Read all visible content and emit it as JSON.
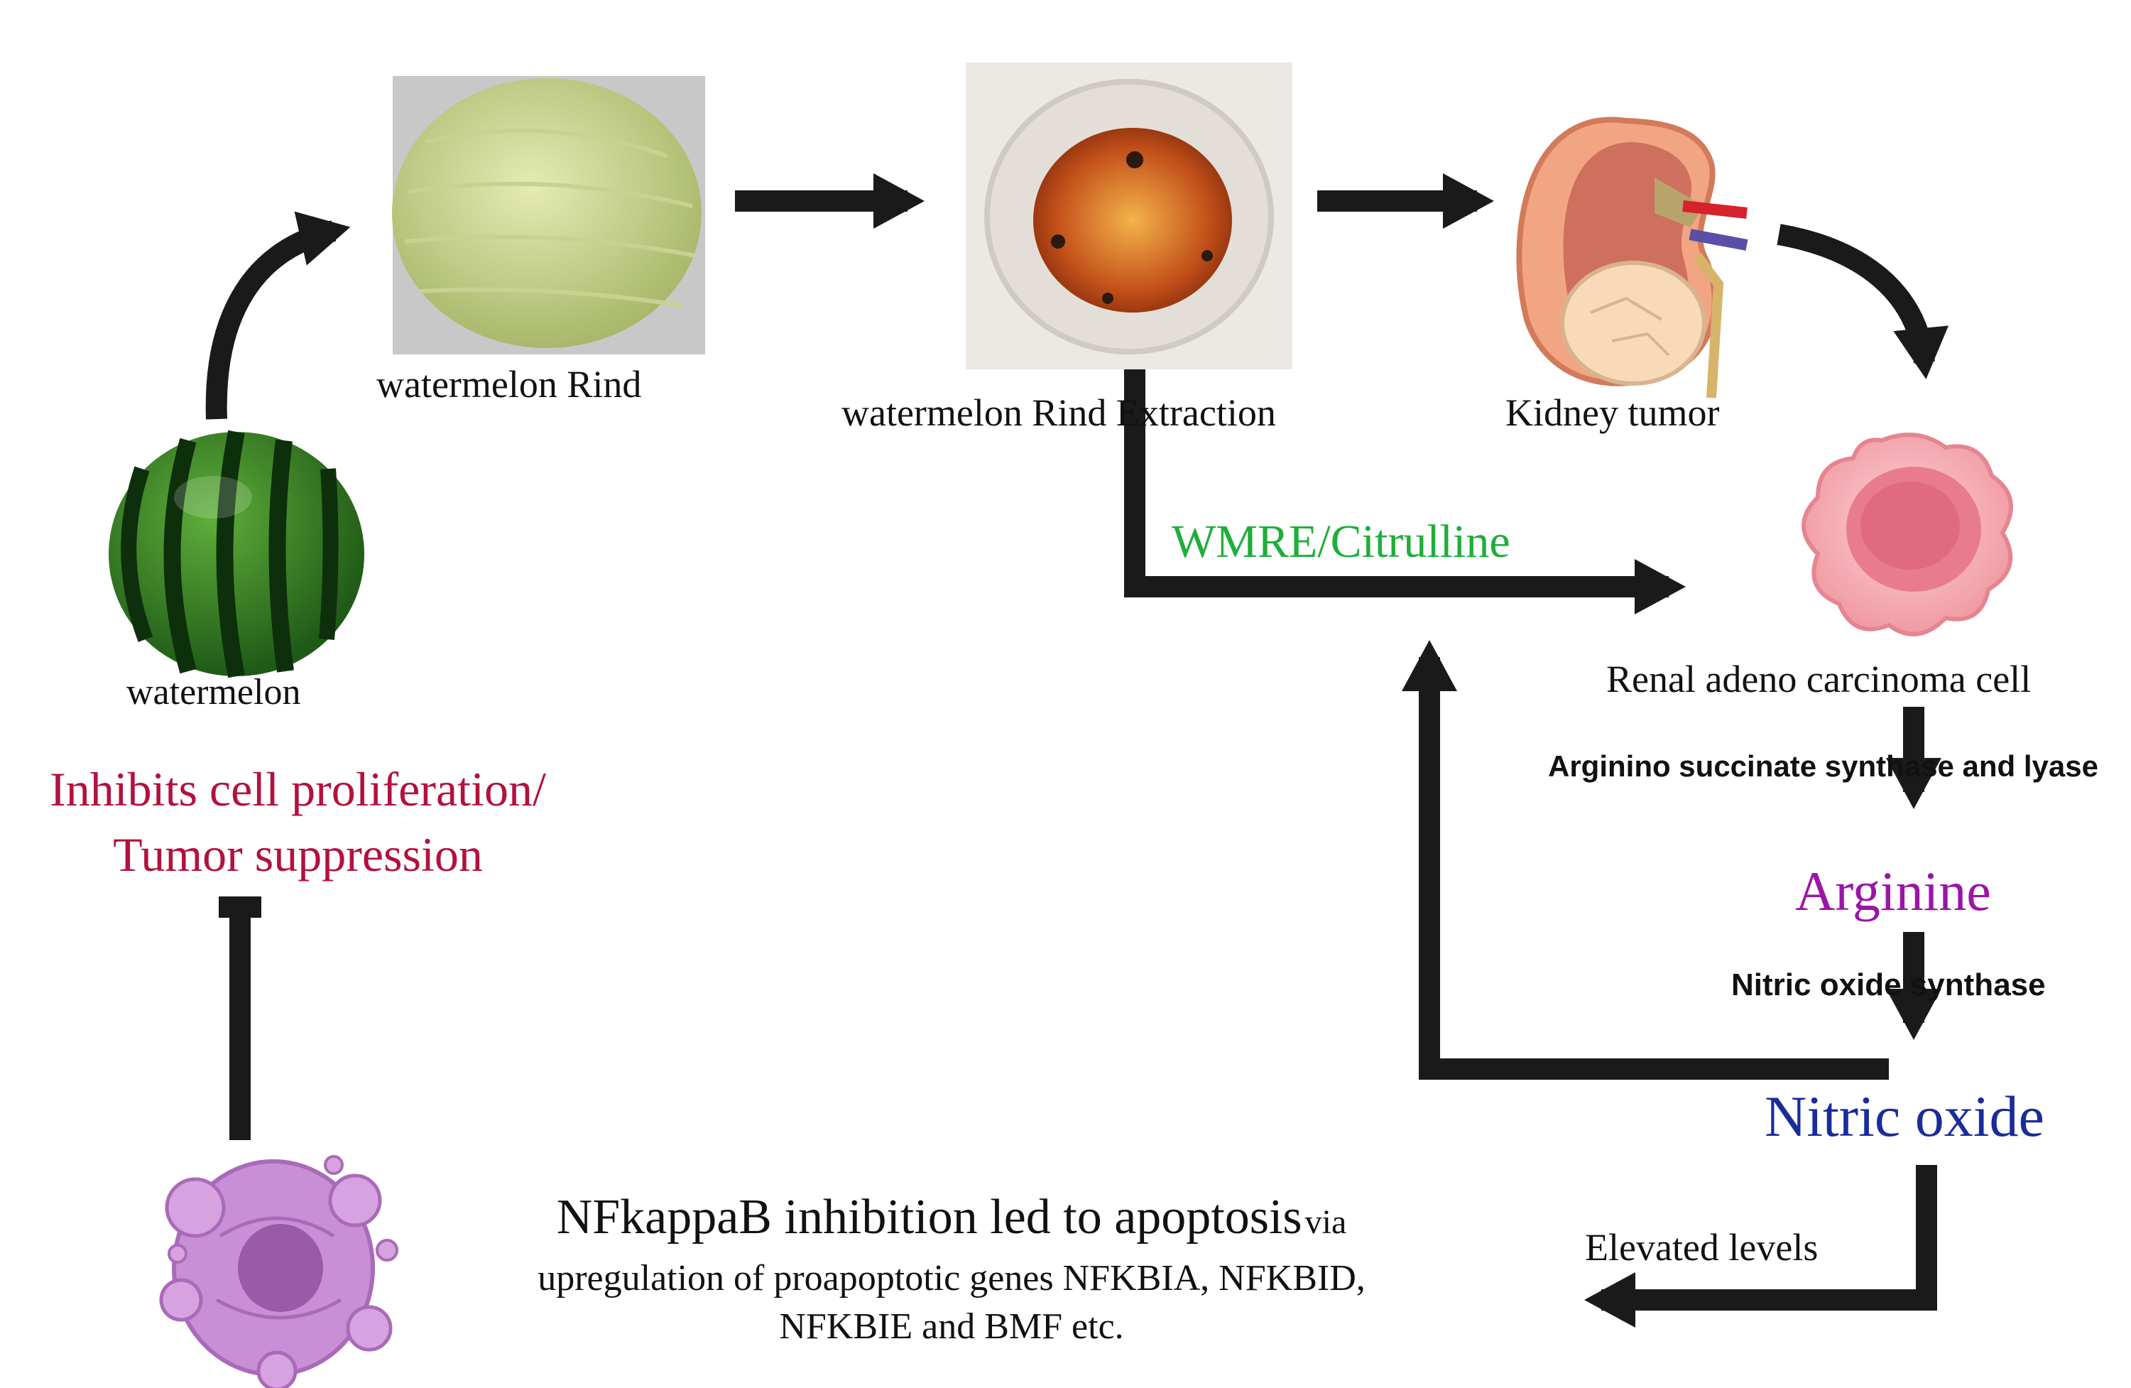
{
  "labels": {
    "watermelon": "watermelon",
    "rind": "watermelon Rind",
    "extraction": "watermelon Rind Extraction",
    "kidney": "Kidney tumor",
    "renal_cell": "Renal adeno carcinoma cell",
    "enzyme1": "Arginino succinate synthase and lyase",
    "arginine": "Arginine",
    "enzyme2": "Nitric oxide synthase",
    "nitric_oxide": "Nitric oxide",
    "wmre": "WMRE/Citrulline",
    "elevated": "Elevated levels",
    "inhibits_line1": "Inhibits cell proliferation/",
    "inhibits_line2": "Tumor suppression",
    "nfk_main": "NFkappaB inhibition led to apoptosis",
    "nfk_via": "via",
    "nfk_line2": "upregulation of proapoptotic genes NFKBIA, NFKBID,",
    "nfk_line3": "NFKBIE and BMF etc."
  },
  "colors": {
    "arrow": "#1a1a1a",
    "wmre_green": "#1fae3a",
    "inhibit_red": "#b3113d",
    "arginine_purple": "#9b15a8",
    "nitric_blue": "#1a2c9a",
    "cell_pink": "#f4a6ad",
    "apoptotic_purple": "#c98fd6"
  }
}
